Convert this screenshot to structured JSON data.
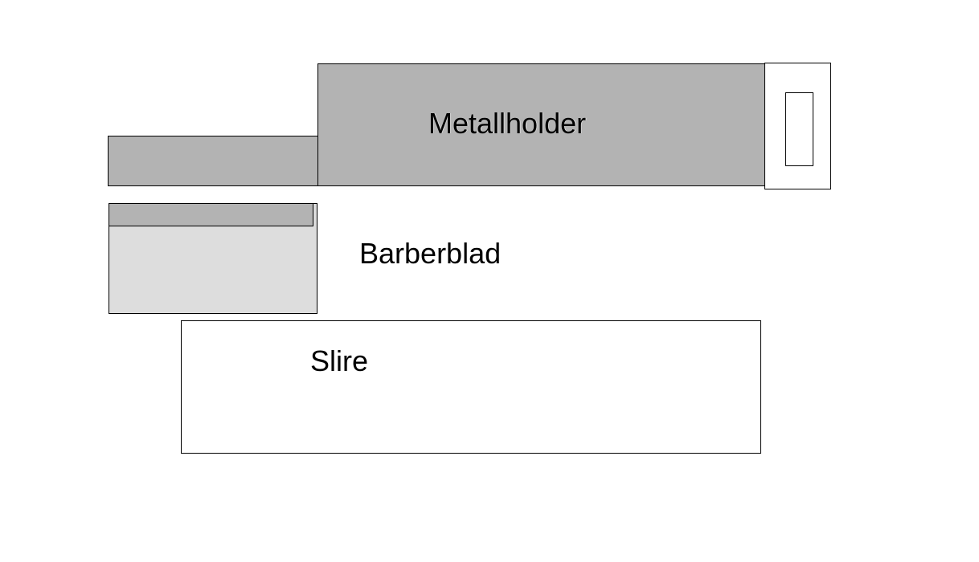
{
  "labels": {
    "holder": "Metallholder",
    "blade": "Barberblad",
    "strip": "Slire"
  },
  "colors": {
    "holder_fill": "#b3b3b3",
    "blade_edge_fill": "#b3b3b3",
    "blade_body_fill": "#dddddd",
    "outline": "#000000",
    "background": "#ffffff"
  }
}
